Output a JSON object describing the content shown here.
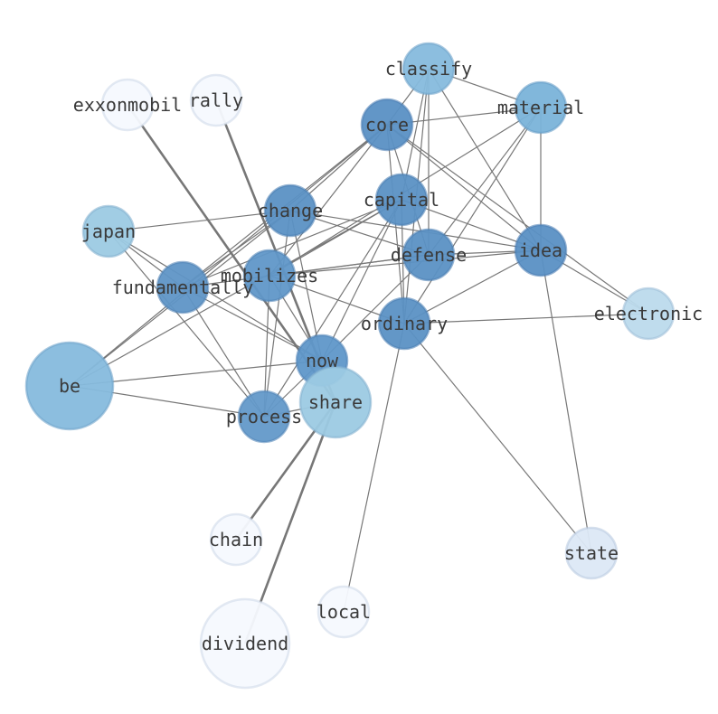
{
  "nodes": [
    {
      "id": "classify",
      "color": "#86bbdd"
    },
    {
      "id": "material",
      "color": "#7ab3d9"
    },
    {
      "id": "core",
      "color": "#5a90c4"
    },
    {
      "id": "exxonmobil",
      "color": "#f5f9fe"
    },
    {
      "id": "rally",
      "color": "#f5f9fe"
    },
    {
      "id": "change",
      "color": "#5b91c4"
    },
    {
      "id": "capital",
      "color": "#5b91c4"
    },
    {
      "id": "japan",
      "color": "#9ccae3"
    },
    {
      "id": "idea",
      "color": "#5a90c4"
    },
    {
      "id": "defense",
      "color": "#5b91c4"
    },
    {
      "id": "mobilizes",
      "color": "#6097c8"
    },
    {
      "id": "fundamentally",
      "color": "#5f95c6"
    },
    {
      "id": "ordinary",
      "color": "#5b91c4"
    },
    {
      "id": "electronic",
      "color": "#bcdaec"
    },
    {
      "id": "be",
      "color": "#86bbdd"
    },
    {
      "id": "now",
      "color": "#5f97c9"
    },
    {
      "id": "share",
      "color": "#9ccae3"
    },
    {
      "id": "process",
      "color": "#6399c9"
    },
    {
      "id": "chain",
      "color": "#f5f9fe"
    },
    {
      "id": "state",
      "color": "#dce8f5"
    },
    {
      "id": "local",
      "color": "#f5f9fe"
    },
    {
      "id": "dividend",
      "color": "#f5f9fe"
    }
  ],
  "edges": [
    [
      "classify",
      "material"
    ],
    [
      "classify",
      "core"
    ],
    [
      "classify",
      "capital"
    ],
    [
      "classify",
      "defense"
    ],
    [
      "classify",
      "ordinary"
    ],
    [
      "classify",
      "idea"
    ],
    [
      "material",
      "core"
    ],
    [
      "material",
      "idea"
    ],
    [
      "material",
      "defense"
    ],
    [
      "material",
      "ordinary"
    ],
    [
      "material",
      "mobilizes"
    ],
    [
      "core",
      "change"
    ],
    [
      "core",
      "fundamentally"
    ],
    [
      "core",
      "mobilizes"
    ],
    [
      "core",
      "defense"
    ],
    [
      "core",
      "ordinary"
    ],
    [
      "core",
      "idea"
    ],
    [
      "core",
      "electronic"
    ],
    [
      "core",
      "be"
    ],
    [
      "change",
      "japan"
    ],
    [
      "change",
      "idea"
    ],
    [
      "change",
      "defense"
    ],
    [
      "change",
      "now"
    ],
    [
      "change",
      "process"
    ],
    [
      "change",
      "be"
    ],
    [
      "change",
      "fundamentally"
    ],
    [
      "capital",
      "fundamentally"
    ],
    [
      "capital",
      "mobilizes"
    ],
    [
      "capital",
      "idea"
    ],
    [
      "capital",
      "ordinary"
    ],
    [
      "capital",
      "now"
    ],
    [
      "capital",
      "process"
    ],
    [
      "capital",
      "be"
    ],
    [
      "defense",
      "mobilizes"
    ],
    [
      "defense",
      "fundamentally"
    ],
    [
      "defense",
      "idea"
    ],
    [
      "defense",
      "now"
    ],
    [
      "idea",
      "mobilizes"
    ],
    [
      "idea",
      "ordinary"
    ],
    [
      "idea",
      "state"
    ],
    [
      "idea",
      "electronic"
    ],
    [
      "mobilizes",
      "ordinary"
    ],
    [
      "mobilizes",
      "process"
    ],
    [
      "mobilizes",
      "now"
    ],
    [
      "fundamentally",
      "now"
    ],
    [
      "fundamentally",
      "process"
    ],
    [
      "japan",
      "now"
    ],
    [
      "japan",
      "process"
    ],
    [
      "japan",
      "fundamentally"
    ],
    [
      "ordinary",
      "electronic"
    ],
    [
      "ordinary",
      "local"
    ],
    [
      "ordinary",
      "state"
    ],
    [
      "be",
      "now"
    ],
    [
      "be",
      "process"
    ],
    [
      "now",
      "process"
    ],
    [
      "exxonmobil",
      "share"
    ],
    [
      "rally",
      "share"
    ],
    [
      "share",
      "chain"
    ],
    [
      "share",
      "dividend"
    ],
    [
      "share",
      "process"
    ]
  ]
}
